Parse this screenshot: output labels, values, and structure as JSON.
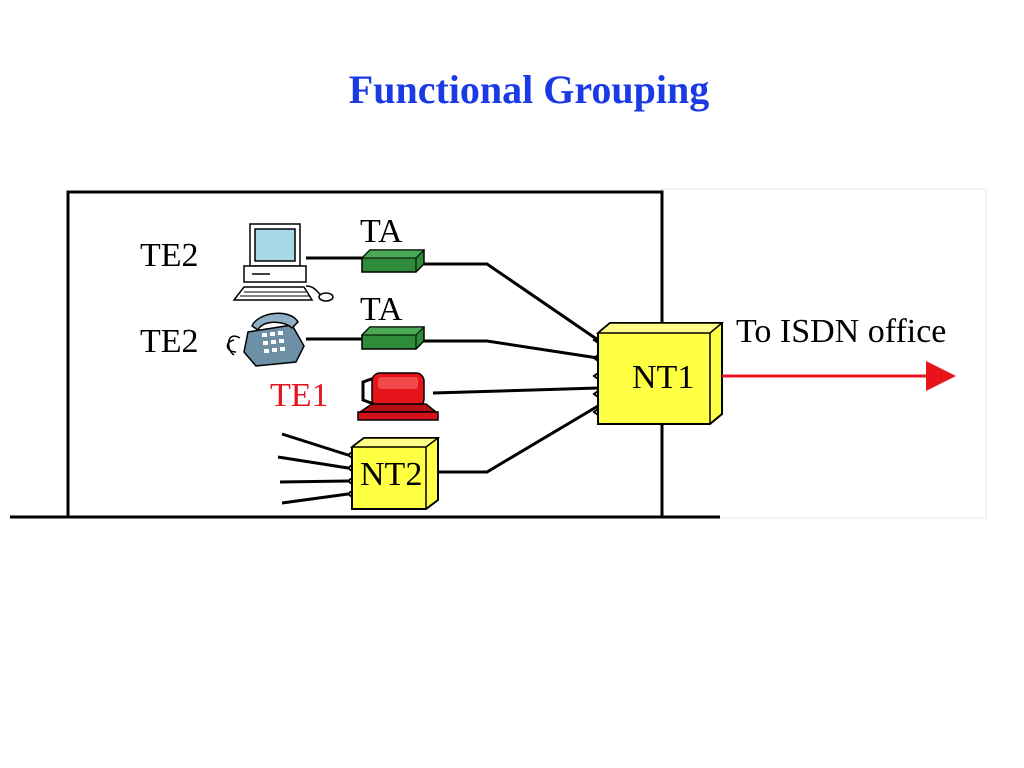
{
  "title": "Functional Grouping",
  "labels": {
    "te2_computer": "TE2",
    "te2_phone": "TE2",
    "te1": "TE1",
    "ta_top": "TA",
    "ta_bottom": "TA",
    "nt1": "NT1",
    "nt2": "NT2",
    "isdn": "To ISDN office"
  },
  "colors": {
    "title": "#1a3ae6",
    "ta_box": "#2e8b3a",
    "nt_box": "#ffff44",
    "te1": "#e8141b",
    "arrow": "#e8141b"
  },
  "icons": {
    "computer": "computer-icon",
    "phone": "telephone-icon",
    "isdn_terminal": "isdn-terminal-icon"
  }
}
